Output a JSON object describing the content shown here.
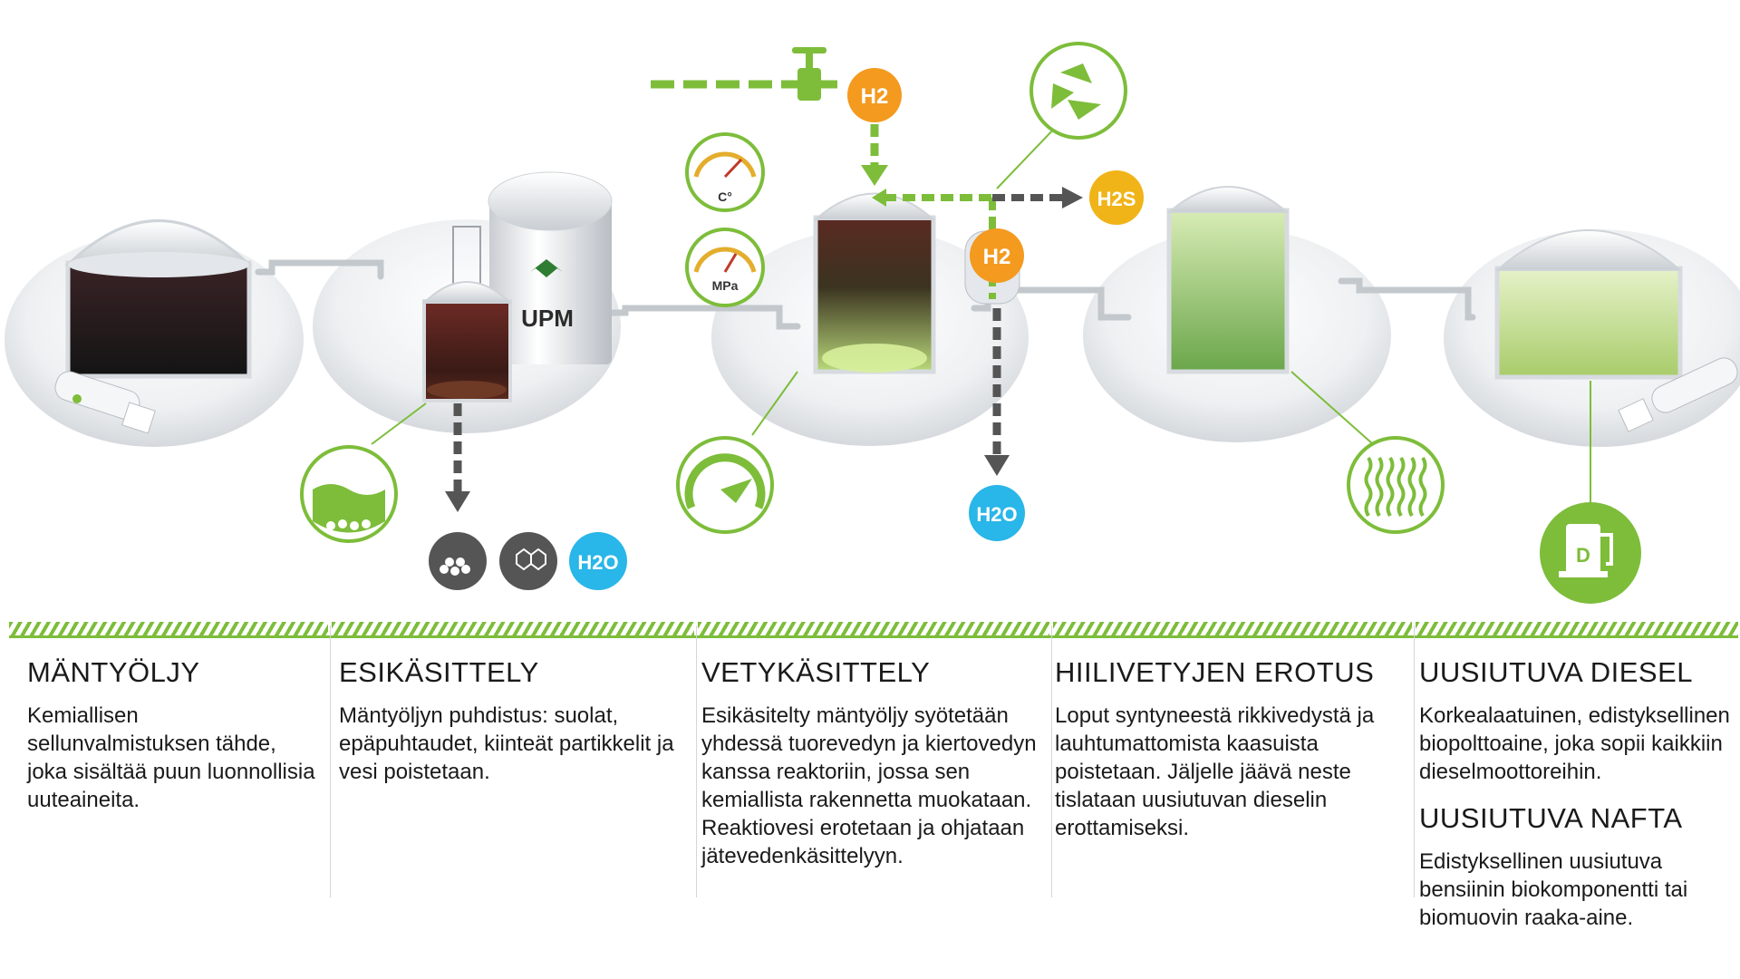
{
  "logo": {
    "text": "UPM"
  },
  "badges": {
    "h2_top": "H2",
    "h2_mid": "H2",
    "h2s": "H2S",
    "h2o_bottom": "H2O",
    "h2o_left": "H2O",
    "gauge_temp": "C°",
    "gauge_pressure": "MPa",
    "fuel_pump_letter": "D"
  },
  "icons": [
    "valve-icon",
    "recycle-icon",
    "liquid-settling-icon",
    "sediment-icon",
    "molecule-icon",
    "speed-gauge-icon",
    "distillation-waves-icon",
    "fuel-pump-icon",
    "truck-icon"
  ],
  "colors": {
    "accent_green": "#7dbd3a",
    "orange": "#f39a1f",
    "cyan": "#29b6e8",
    "dark_gray": "#4d4d4d",
    "h2s_yellow": "#f0b418"
  },
  "sections": [
    {
      "title": "MÄNTYÖLJY",
      "text": "Kemiallisen sellunvalmistuksen tähde, joka sisältää puun luonnollisia uuteaineita."
    },
    {
      "title": "ESIKÄSITTELY",
      "text": "Mäntyöljyn puhdistus: suolat, epäpuhtaudet, kiinteät partikkelit ja vesi poistetaan."
    },
    {
      "title": "VETYKÄSITTELY",
      "text": "Esikäsitelty mäntyöljy syötetään yhdessä tuorevedyn ja kiertovedyn kanssa reaktoriin, jossa sen kemiallista rakennetta muokataan. Reaktiovesi erotetaan ja ohjataan jätevedenkäsittelyyn."
    },
    {
      "title": "HIILIVETYJEN EROTUS",
      "text": "Loput syntyneestä rikkivedystä ja lauhtumattomista kaasuista poistetaan. Jäljelle jäävä neste tislataan uusiutuvan dieselin erottamiseksi."
    },
    {
      "title": "UUSIUTUVA DIESEL",
      "text": "Korkealaatuinen, edistyksellinen biopolttoaine, joka sopii kaikkiin dieselmoottoreihin.",
      "title2": "UUSIUTUVA NAFTA",
      "text2": "Edistyksellinen uusiutuva bensiinin biokomponentti tai biomuovin raaka-aine."
    }
  ]
}
